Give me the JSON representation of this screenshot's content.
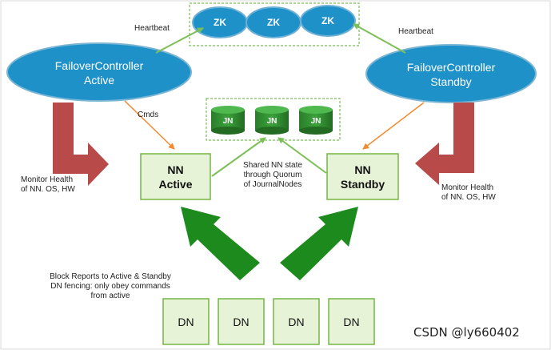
{
  "failover_active": {
    "line1": "FailoverController",
    "line2": "Active"
  },
  "failover_standby": {
    "line1": "FailoverController",
    "line2": "Standby"
  },
  "zk_nodes": [
    "ZK",
    "ZK",
    "ZK"
  ],
  "jn_nodes": [
    "JN",
    "JN",
    "JN"
  ],
  "nn_active": {
    "line1": "NN",
    "line2": "Active"
  },
  "nn_standby": {
    "line1": "NN",
    "line2": "Standby"
  },
  "dn_nodes": [
    "DN",
    "DN",
    "DN",
    "DN"
  ],
  "labels": {
    "heartbeat_left": "Heartbeat",
    "heartbeat_right": "Heartbeat",
    "cmds": "Cmds",
    "shared_state_1": "Shared NN state",
    "shared_state_2": "through Quorum",
    "shared_state_3": "of JournalNodes",
    "monitor_left_1": "Monitor Health",
    "monitor_left_2": "of NN. OS, HW",
    "monitor_right_1": "Monitor Health",
    "monitor_right_2": "of NN. OS, HW",
    "block_1": "Block Reports to Active & Standby",
    "block_2": "DN fencing: only obey commands",
    "block_3": "from active"
  },
  "watermark": "CSDN @ly660402",
  "colors": {
    "ellipse_blue": "#1f91c9",
    "ellipse_border": "#7ab6d4",
    "node_green_fill": "#e7f3d7",
    "node_green_border": "#75b544",
    "arrow_green": "#1d8a1d",
    "arrow_red": "#b94a4a",
    "arrow_orange": "#f28a2e",
    "arrow_lightgreen": "#7cbf57",
    "jn_green": "#2e8b2e"
  }
}
